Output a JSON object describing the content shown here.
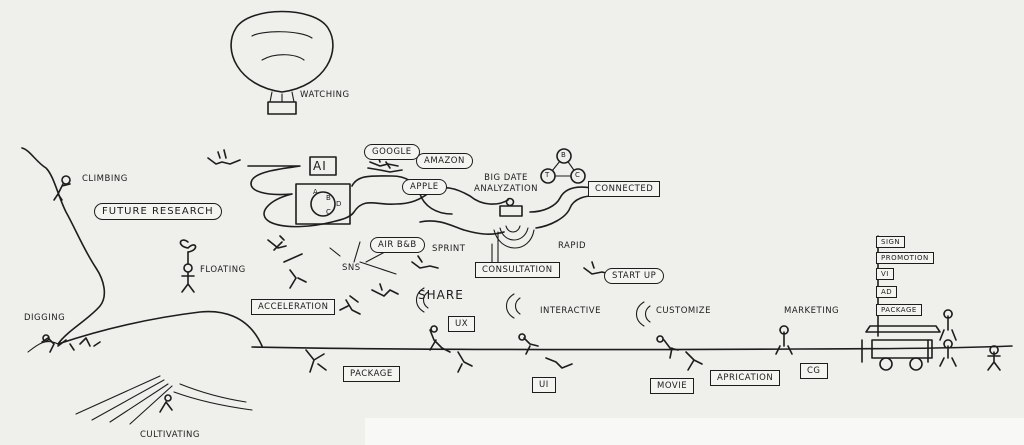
{
  "labels": {
    "watching": "WATCHING",
    "climbing": "CLIMBING",
    "future_research": "FUTURE RESEARCH",
    "floating": "FLOATING",
    "digging": "DIGGING",
    "cultivating": "CULTIVATING",
    "ai": "AI",
    "google": "GOOGLE",
    "amazon": "AMAZON",
    "apple": "APPLE",
    "big_date": "BIG DATE",
    "analyzation": "ANALYZATION",
    "connected": "CONNECTED",
    "airbnb": "AIR B&B",
    "sprint": "SPRINT",
    "rapid": "RAPID",
    "sns": "SNS",
    "consultation": "CONSULTATION",
    "start_up": "START UP",
    "acceleration": "ACCELERATION",
    "share": "SHARE",
    "ux": "UX",
    "interactive": "INTERACTIVE",
    "customize": "CUSTOMIZE",
    "marketing": "MARKETING",
    "package_lower": "PACKAGE",
    "ui": "UI",
    "movie": "MOVIE",
    "aprication": "APRICATION",
    "cg": "CG"
  },
  "network_nodes": [
    "B",
    "T",
    "C"
  ],
  "ai_nodes": [
    "A",
    "B",
    "C",
    "D"
  ],
  "signpost": [
    "SIGN",
    "PROMOTION",
    "VI",
    "AD",
    "PACKAGE"
  ]
}
